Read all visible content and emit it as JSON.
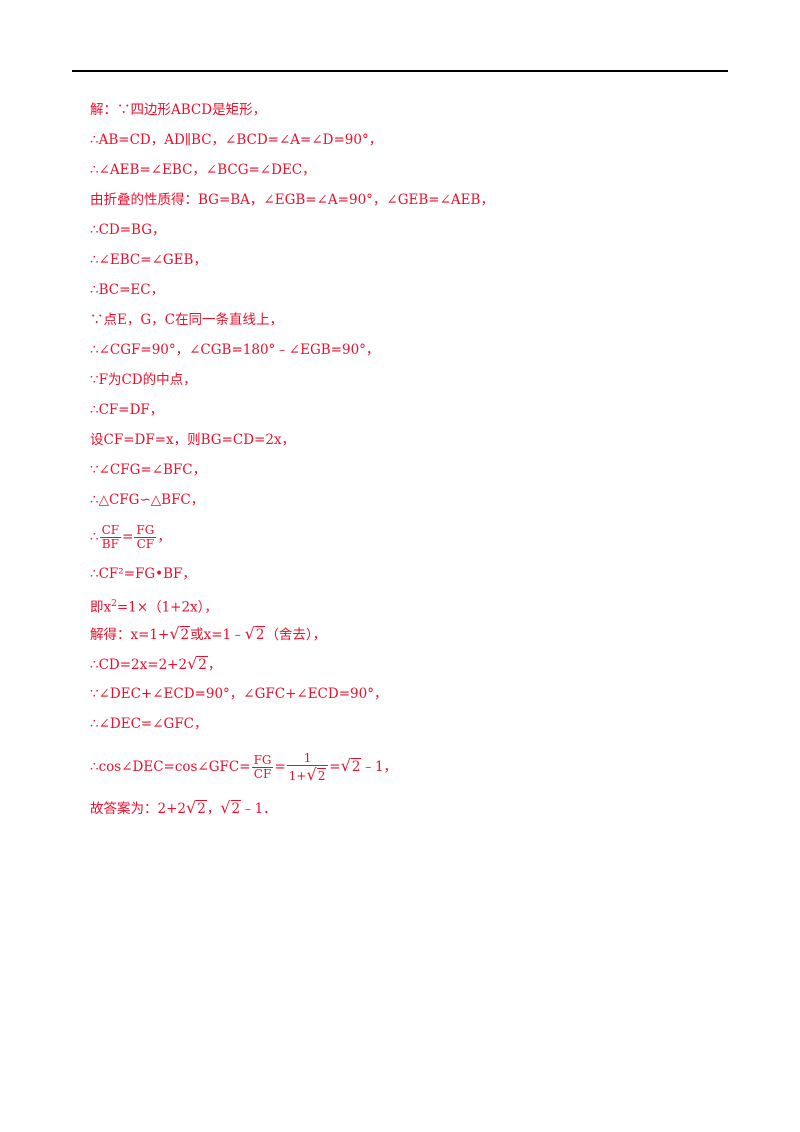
{
  "lines": [
    "解：∵四边形ABCD是矩形，",
    "∴AB=CD，AD∥BC，∠BCD=∠A=∠D=90°，",
    "∴∠AEB=∠EBC，∠BCG=∠DEC，",
    "由折叠的性质得：BG=BA，∠EGB=∠A=90°，∠GEB=∠AEB，",
    "∴CD=BG，",
    "∴∠EBC=∠GEB，",
    "∴BC=EC，",
    "∵点E，G，C在同一条直线上，",
    "∴∠CGF=90°，∠CGB=180°﹣∠EGB=90°，",
    "∵F为CD的中点，",
    "∴CF=DF，",
    "设CF=DF=x，则BG=CD=2x，",
    "∵∠CFG=∠BFC，",
    "∴△CFG∽△BFC，"
  ],
  "eq_ratio": {
    "prefix": "∴",
    "n1": "CF",
    "d1": "BF",
    "eq": "=",
    "n2": "FG",
    "d2": "CF",
    "suffix": "，"
  },
  "eq_cf2": "∴CF²=FG•BF，",
  "eq_x": {
    "a": "即x",
    "sup": "2",
    "b": "=1×（1+2x），"
  },
  "solve": {
    "a": "解得：x=1+",
    "r1": "2",
    "b": "或x=1﹣",
    "r2": "2",
    "c": "（舍去），"
  },
  "cd": {
    "a": "∴CD=2x=2+2",
    "r": "2",
    "b": "，"
  },
  "angle_sum": "∵∠DEC+∠ECD=90°，∠GFC+∠ECD=90°，",
  "angle_eq": "∴∠DEC=∠GFC，",
  "cos": {
    "a": "∴cos∠DEC=cos∠GFC=",
    "n1": "FG",
    "d1": "CF",
    "eq": "=",
    "n2": "1",
    "d2a": "1+",
    "d2r": "2",
    "b": "=",
    "r": "2",
    "c": "﹣1，"
  },
  "answer": {
    "a": "故答案为：2+2",
    "r1": "2",
    "b": "，",
    "r2": "2",
    "c": "﹣1．"
  }
}
